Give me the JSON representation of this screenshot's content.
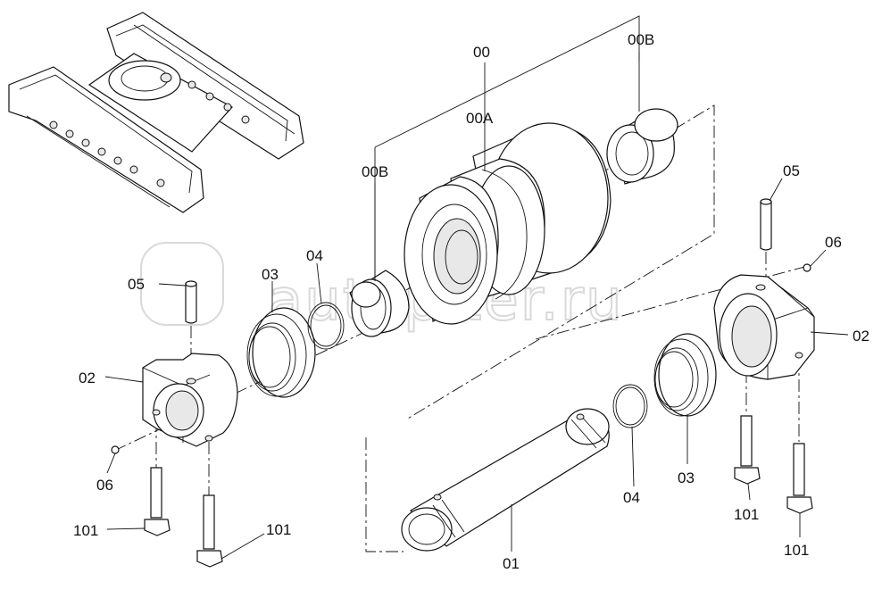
{
  "watermark": "autopiter.ru",
  "labels": {
    "assembly": "00",
    "roller": "00A",
    "bushing_top": "00B",
    "bushing_left": "00B",
    "shaft": "01",
    "collar_left": "02",
    "collar_right": "02",
    "seal_left": "03",
    "seal_right": "03",
    "oring_left": "04",
    "oring_right": "04",
    "pin_left": "05",
    "pin_right": "05",
    "plug_left": "06",
    "plug_right": "06",
    "bolt_a": "101",
    "bolt_b": "101",
    "bolt_c": "101",
    "bolt_d": "101"
  }
}
